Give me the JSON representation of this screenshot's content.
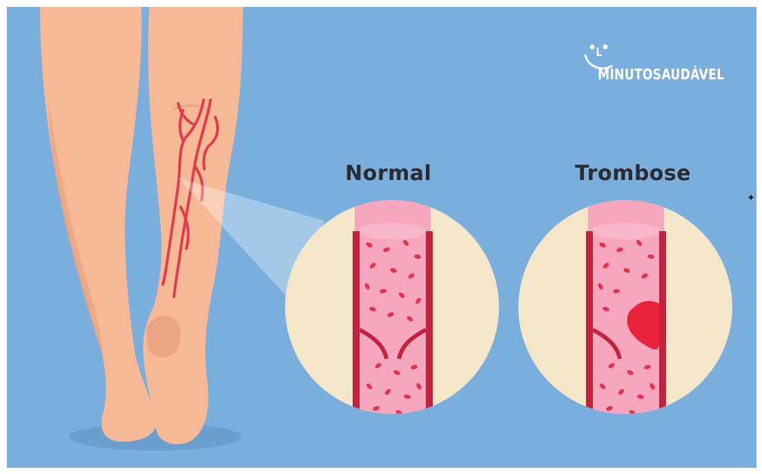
{
  "logo": {
    "text": "MINUTOSAUDÁVEL",
    "icon": "smiley-face-icon"
  },
  "panels": {
    "normal": {
      "label": "Normal"
    },
    "thrombosis": {
      "label": "Trombose"
    }
  },
  "colors": {
    "background": "#7aaedd",
    "skin": "#f6b895",
    "skin_shadow": "#eba582",
    "vein": "#e23c50",
    "vessel_wall": "#c4233f",
    "vessel_lumen": "#f6a7be",
    "blood_cell": "#e5334f",
    "circle_fill": "#f4e6c8",
    "clot": "#e82238",
    "text": "#2b2d33"
  }
}
